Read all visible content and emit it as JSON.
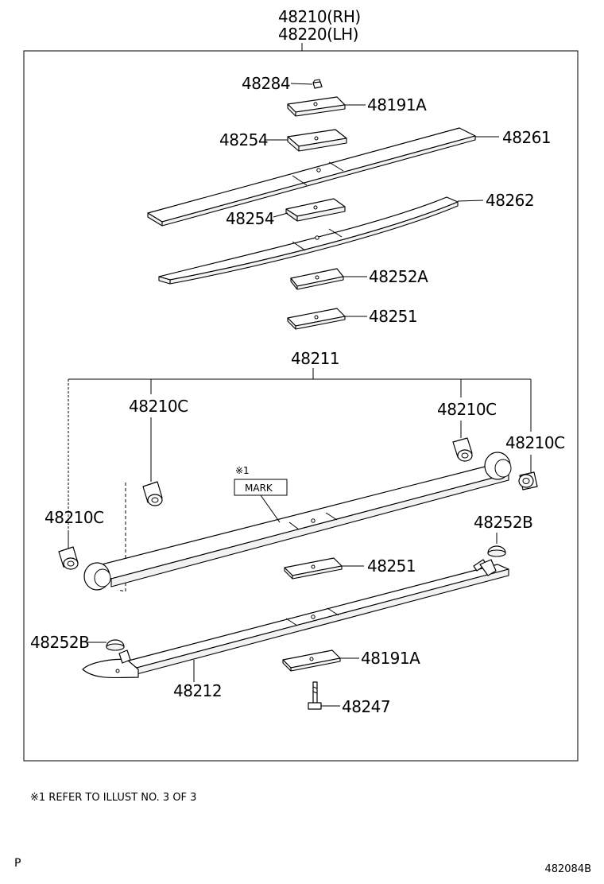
{
  "assembly": {
    "rh": "48210(RH)",
    "lh": "48220(LH)"
  },
  "parts": {
    "p48284": "48284",
    "p48191A_top": "48191A",
    "p48254_a": "48254",
    "p48261": "48261",
    "p48254_b": "48254",
    "p48262": "48262",
    "p48252A": "48252A",
    "p48251_top": "48251",
    "p48211": "48211",
    "p48210C_1": "48210C",
    "p48210C_2": "48210C",
    "p48210C_3": "48210C",
    "p48210C_4": "48210C",
    "p48252B_r": "48252B",
    "p48251_bot": "48251",
    "p48252B_l": "48252B",
    "p48191A_bot": "48191A",
    "p48212": "48212",
    "p48247": "48247"
  },
  "mark": {
    "ref": "※1",
    "label": "MARK"
  },
  "footnote": "※1 REFER TO ILLUST NO. 3 OF 3",
  "corner_left": "P",
  "corner_right": "482084B"
}
